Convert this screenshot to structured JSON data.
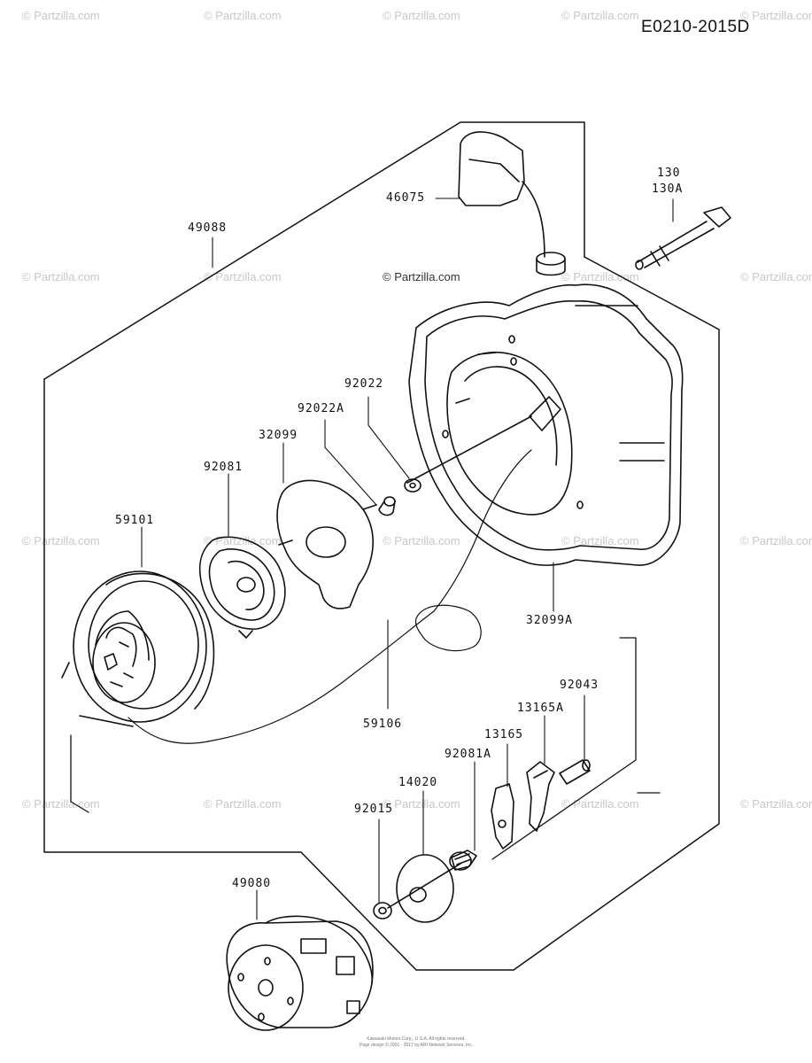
{
  "diagram_code": "E0210-2015D",
  "watermark": "© Partzilla.com",
  "watermark_center": "© Partzilla.com",
  "footer": {
    "line1": "Kawasaki Motors Corp., U.S.A. All rights reserved.",
    "line2": "Page design © 2001 - 2017 by ARI Network Services, Inc."
  },
  "parts": {
    "p46075": "46075",
    "p130": "130",
    "p130A": "130A",
    "p49088": "49088",
    "p92022": "92022",
    "p92022A": "92022A",
    "p32099": "32099",
    "p92081": "92081",
    "p59101": "59101",
    "p32099A": "32099A",
    "p92043": "92043",
    "p13165A": "13165A",
    "p13165": "13165",
    "p59106": "59106",
    "p92081A": "92081A",
    "p14020": "14020",
    "p92015": "92015",
    "p49080": "49080"
  }
}
